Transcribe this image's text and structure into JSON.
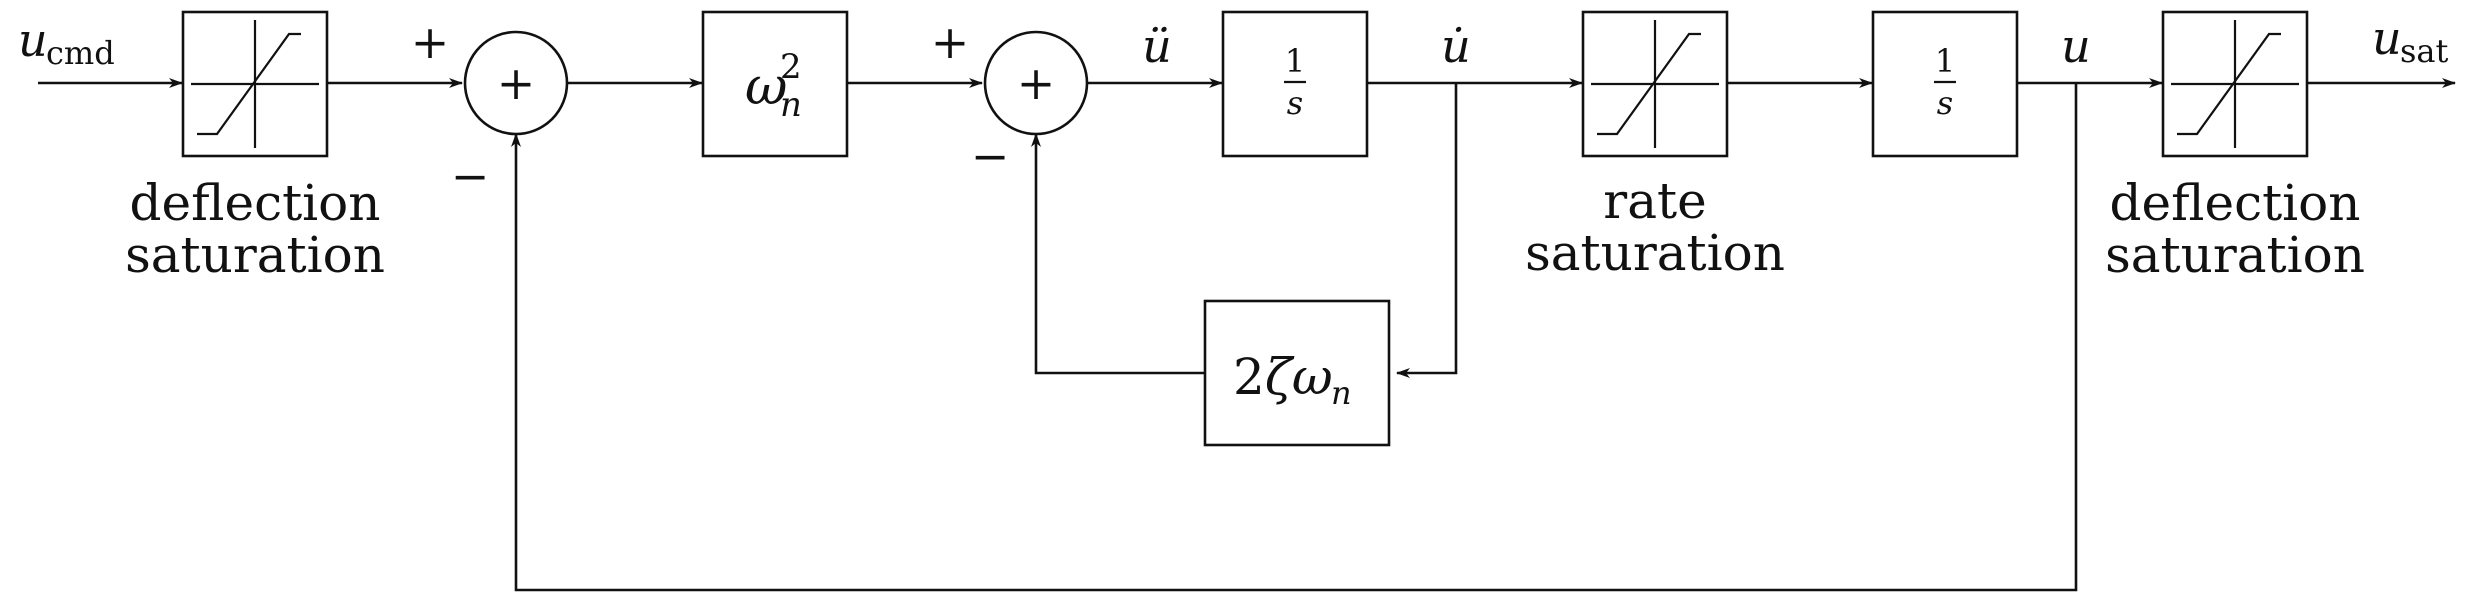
{
  "signals": {
    "u_cmd": {
      "main": "u",
      "sub": "cmd"
    },
    "u_ddot": "ü",
    "u_dot": "u̇",
    "u": "u",
    "u_sat": {
      "main": "u",
      "sub": "sat"
    }
  },
  "blocks": {
    "deflection_saturation_1": {
      "caption": [
        "deflection",
        "saturation"
      ]
    },
    "natural_frequency_gain": {
      "main": "ω",
      "sub": "n",
      "sup": "2"
    },
    "integrator_1": {
      "num": "1",
      "den": "s"
    },
    "damping_gain": {
      "coef": "2",
      "greek": "ζω",
      "sub": "n"
    },
    "rate_saturation": {
      "caption": [
        "rate",
        "saturation"
      ]
    },
    "integrator_2": {
      "num": "1",
      "den": "s"
    },
    "deflection_saturation_2": {
      "caption": [
        "deflection",
        "saturation"
      ]
    }
  },
  "junctions": {
    "sum_1": {
      "symbol": "+",
      "plus_sign": "+",
      "minus_sign": "−"
    },
    "sum_2": {
      "symbol": "+",
      "plus_sign": "+",
      "minus_sign": "−"
    }
  }
}
